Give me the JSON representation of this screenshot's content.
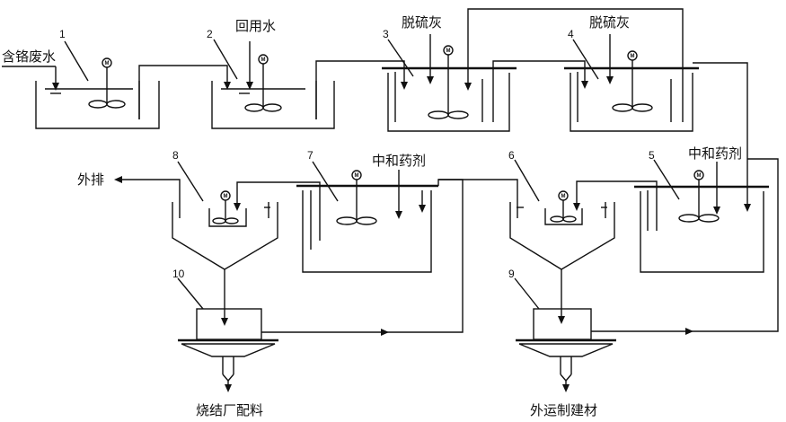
{
  "labels": {
    "chromium_wastewater": "含铬废水",
    "reuse_water": "回用水",
    "desulf_ash_1": "脱硫灰",
    "desulf_ash_2": "脱硫灰",
    "neutralizer_1": "中和药剂",
    "neutralizer_2": "中和药剂",
    "discharge": "外排",
    "sinter_batching": "烧结厂配料",
    "building_material": "外运制建材"
  },
  "units": {
    "u1": "1",
    "u2": "2",
    "u3": "3",
    "u4": "4",
    "u5": "5",
    "u6": "6",
    "u7": "7",
    "u8": "8",
    "u9": "9",
    "u10": "10"
  },
  "motor_symbol": "M"
}
